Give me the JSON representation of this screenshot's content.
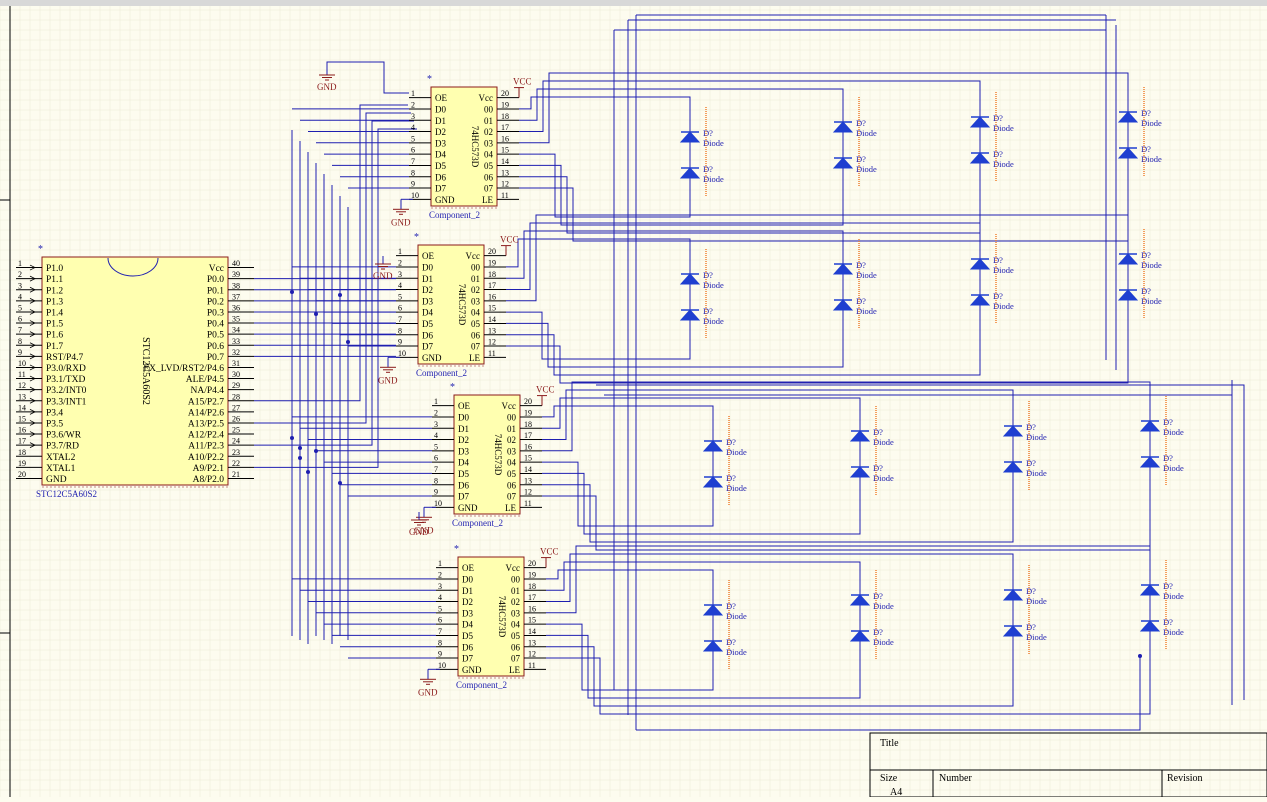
{
  "colors": {
    "background": "#fdfcef",
    "grid": "#ece9d6",
    "wire": "#1f1fb0",
    "body_fill": "#ffffb0",
    "body_stroke": "#8b1a1a",
    "pin": "#000000",
    "power": "#8b1a1a",
    "diode_fill": "#1f3fd0",
    "diode_bar": "#f08030",
    "junction": "#1f1fb0",
    "frame": "#000000"
  },
  "mcu": {
    "designator": "*",
    "part_name": "STC12C5A60S2",
    "comment": "STC12C5A60S2",
    "left_pins": [
      {
        "num": "1",
        "name": "P1.0"
      },
      {
        "num": "2",
        "name": "P1.1"
      },
      {
        "num": "3",
        "name": "P1.2"
      },
      {
        "num": "4",
        "name": "P1.3"
      },
      {
        "num": "5",
        "name": "P1.4"
      },
      {
        "num": "6",
        "name": "P1.5"
      },
      {
        "num": "7",
        "name": "P1.6"
      },
      {
        "num": "8",
        "name": "P1.7"
      },
      {
        "num": "9",
        "name": "RST/P4.7"
      },
      {
        "num": "10",
        "name": "P3.0/RXD"
      },
      {
        "num": "11",
        "name": "P3.1/TXD"
      },
      {
        "num": "12",
        "name": "P3.2/INT0"
      },
      {
        "num": "13",
        "name": "P3.3/INT1"
      },
      {
        "num": "14",
        "name": "P3.4"
      },
      {
        "num": "15",
        "name": "P3.5"
      },
      {
        "num": "16",
        "name": "P3.6/WR"
      },
      {
        "num": "17",
        "name": "P3.7/RD"
      },
      {
        "num": "18",
        "name": "XTAL2"
      },
      {
        "num": "19",
        "name": "XTAL1"
      },
      {
        "num": "20",
        "name": "GND"
      }
    ],
    "right_pins": [
      {
        "num": "40",
        "name": "Vcc"
      },
      {
        "num": "39",
        "name": "P0.0"
      },
      {
        "num": "38",
        "name": "P0.1"
      },
      {
        "num": "37",
        "name": "P0.2"
      },
      {
        "num": "36",
        "name": "P0.3"
      },
      {
        "num": "35",
        "name": "P0.4"
      },
      {
        "num": "34",
        "name": "P0.5"
      },
      {
        "num": "33",
        "name": "P0.6"
      },
      {
        "num": "32",
        "name": "P0.7"
      },
      {
        "num": "31",
        "name": "EX_LVD/RST2/P4.6"
      },
      {
        "num": "30",
        "name": "ALE/P4.5"
      },
      {
        "num": "29",
        "name": "NA/P4.4"
      },
      {
        "num": "28",
        "name": "A15/P2.7"
      },
      {
        "num": "27",
        "name": "A14/P2.6"
      },
      {
        "num": "26",
        "name": "A13/P2.5"
      },
      {
        "num": "25",
        "name": "A12/P2.4"
      },
      {
        "num": "24",
        "name": "A11/P2.3"
      },
      {
        "num": "23",
        "name": "A10/P2.2"
      },
      {
        "num": "22",
        "name": "A9/P2.1"
      },
      {
        "num": "21",
        "name": "A8/P2.0"
      }
    ]
  },
  "latch": {
    "designator": "*",
    "part_name": "74HC573D",
    "comment": "Component_2",
    "left_pins": [
      {
        "num": "1",
        "name": "OE"
      },
      {
        "num": "2",
        "name": "D0"
      },
      {
        "num": "3",
        "name": "D1"
      },
      {
        "num": "4",
        "name": "D2"
      },
      {
        "num": "5",
        "name": "D3"
      },
      {
        "num": "6",
        "name": "D4"
      },
      {
        "num": "7",
        "name": "D5"
      },
      {
        "num": "8",
        "name": "D6"
      },
      {
        "num": "9",
        "name": "D7"
      },
      {
        "num": "10",
        "name": "GND"
      }
    ],
    "right_pins": [
      {
        "num": "20",
        "name": "Vcc"
      },
      {
        "num": "19",
        "name": "00"
      },
      {
        "num": "18",
        "name": "01"
      },
      {
        "num": "17",
        "name": "02"
      },
      {
        "num": "16",
        "name": "03"
      },
      {
        "num": "15",
        "name": "04"
      },
      {
        "num": "14",
        "name": "05"
      },
      {
        "num": "13",
        "name": "06"
      },
      {
        "num": "12",
        "name": "07"
      },
      {
        "num": "11",
        "name": "LE"
      }
    ]
  },
  "power": {
    "vcc": "VCC",
    "gnd": "GND"
  },
  "diode": {
    "designator": "D?",
    "comment": "Diode"
  },
  "title_block": {
    "title": "Title",
    "size_label": "Size",
    "size_value": "A4",
    "number_label": "Number",
    "revision_label": "Revision"
  }
}
